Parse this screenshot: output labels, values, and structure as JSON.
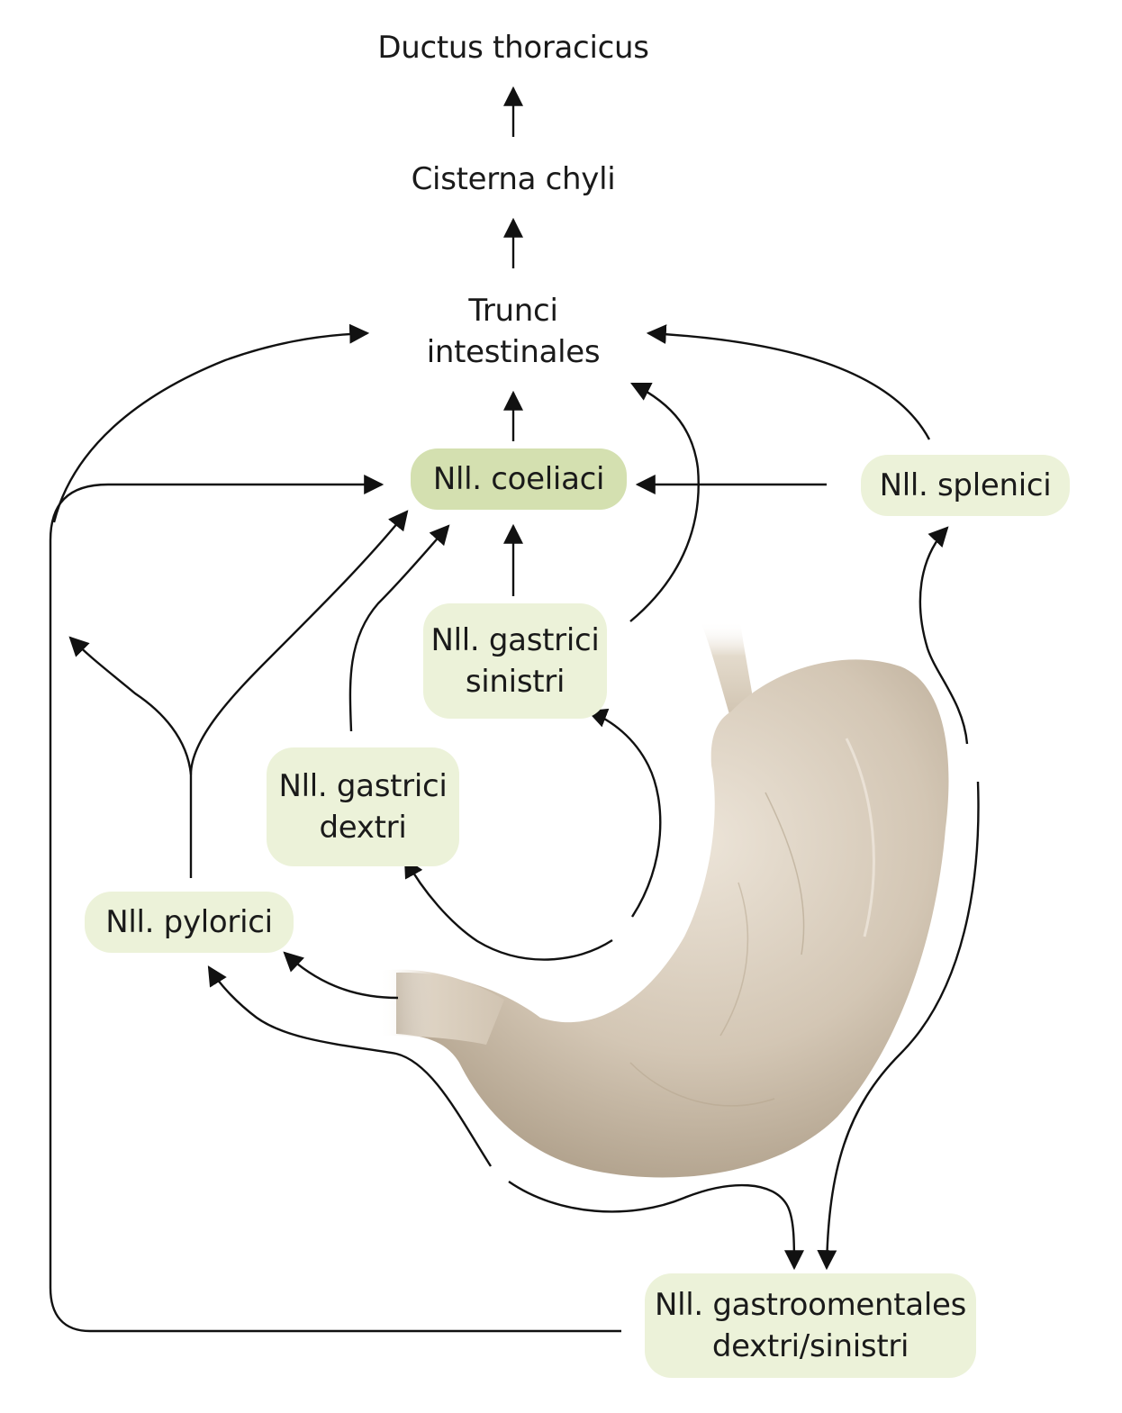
{
  "colors": {
    "node_fill": "#ecf2d9",
    "node_highlight_fill": "#d4e0b0",
    "arrow": "#111111",
    "stomach": "#cbbfae"
  },
  "labels": {
    "ductus_thoracicus": "Ductus thoracicus",
    "cisterna_chyli": "Cisterna chyli",
    "trunci_line1": "Trunci",
    "trunci_line2": "intestinales"
  },
  "nodes": {
    "coeliaci": "Nll. coeliaci",
    "splenici": "Nll. splenici",
    "gastrici_sinistri_line1": "Nll. gastrici",
    "gastrici_sinistri_line2": "sinistri",
    "gastrici_dextri_line1": "Nll. gastrici",
    "gastrici_dextri_line2": "dextri",
    "pylorici": "Nll. pylorici",
    "gastroomentales_line1": "Nll. gastroomentales",
    "gastroomentales_line2": "dextri/sinistri"
  },
  "illustration": "stomach"
}
